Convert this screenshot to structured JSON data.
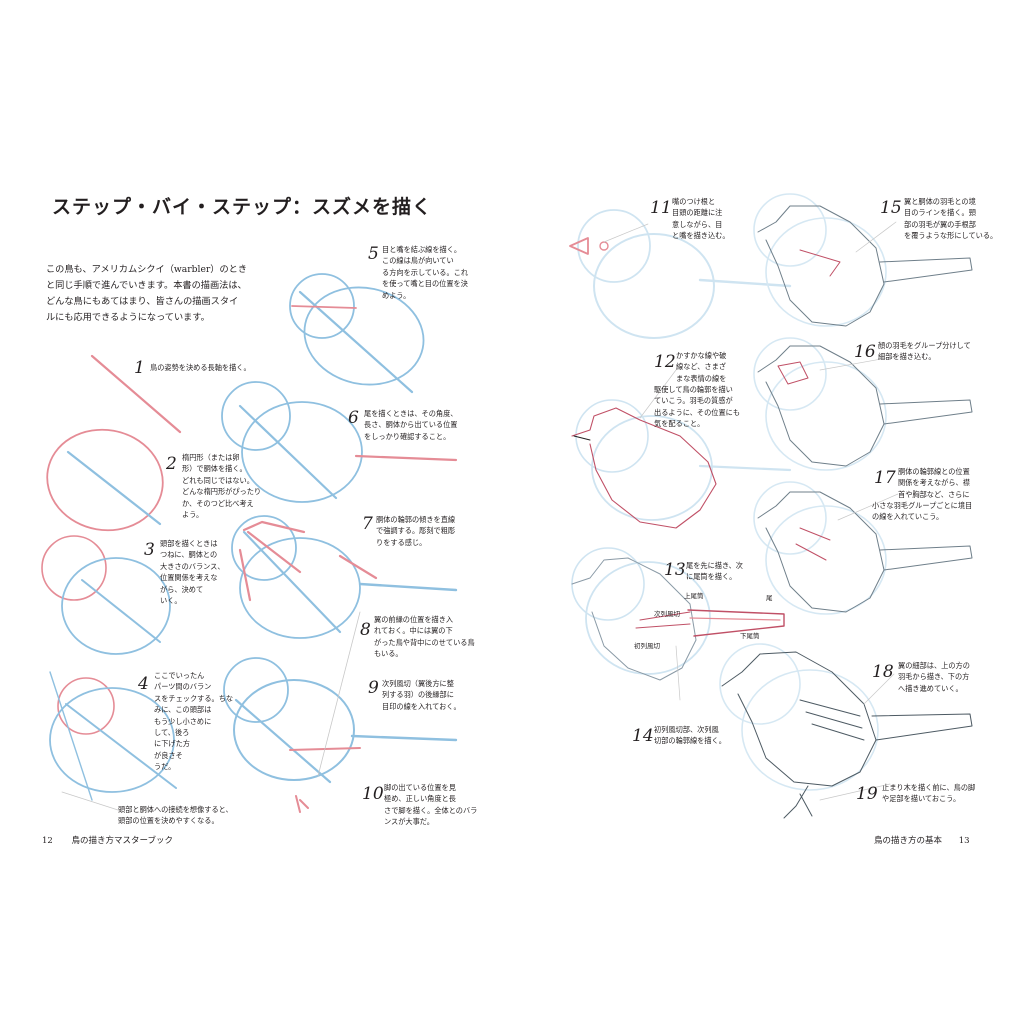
{
  "title": "ステップ・バイ・ステップ：スズメを描く",
  "intro": [
    "この鳥も、アメリカムシクイ（warbler）のとき",
    "と同じ手順で進んでいきます。本書の描画法は、",
    "どんな鳥にもあてはまり、皆さんの描画スタイ",
    "ルにも応用できるようになっています。"
  ],
  "steps": [
    {
      "n": "1",
      "lines": [
        "鳥の姿勢を決める長軸を描く。"
      ]
    },
    {
      "n": "2",
      "lines": [
        "楕円形（または卵",
        "形）で胴体を描く。",
        "どれも同じではない。",
        "どんな楕円形がぴったり",
        "か、そのつど比べ考え",
        "よう。"
      ]
    },
    {
      "n": "3",
      "lines": [
        "頭部を描くときは",
        "つねに、胴体との",
        "大きさのバランス、",
        "位置関係を考えな",
        "がら、決めて",
        "いく。"
      ]
    },
    {
      "n": "4",
      "lines": [
        "ここでいったん",
        "パーツ間のバラン",
        "スをチェックする。ちな",
        "みに、この頭部は",
        "もう少し小さめに",
        "して、後ろ",
        "に下げた方",
        "が良さそ",
        "うだ。"
      ]
    },
    {
      "n": "5",
      "lines": [
        "目と嘴を結ぶ線を描く。",
        "この線は鳥が向いてい",
        "る方向を示している。これ",
        "を使って嘴と目の位置を決",
        "めよう。"
      ]
    },
    {
      "n": "6",
      "lines": [
        "尾を描くときは、その角度、",
        "長さ、胴体から出ている位置",
        "をしっかり確認すること。"
      ]
    },
    {
      "n": "7",
      "lines": [
        "胴体の輪郭の傾きを直線",
        "で強調する。彫刻で粗彫",
        "りをする感じ。"
      ]
    },
    {
      "n": "8",
      "lines": [
        "翼の前縁の位置を描き入",
        "れておく。中には翼の下",
        "がった鳥や背中にのせている鳥",
        "もいる。"
      ]
    },
    {
      "n": "9",
      "lines": [
        "次列風切（翼後方に整",
        "列する羽）の後縁部に",
        "目印の線を入れておく。"
      ]
    },
    {
      "n": "10",
      "lines": [
        "脚の出ている位置を見",
        "極め、正しい角度と長",
        "さで脚を描く。全体とのバラ",
        "ンスが大事だ。"
      ]
    },
    {
      "n": "11",
      "lines": [
        "嘴のつけ根と",
        "目頭の距離に注",
        "意しながら、目",
        "と嘴を描き込む。"
      ]
    },
    {
      "n": "12",
      "lines": [
        "かすかな線や破",
        "線など、さまざ",
        "まな表情の線を",
        "駆使して鳥の輪郭を描い",
        "ていこう。羽毛の質感が",
        "出るように、その位置にも",
        "気を配ること。"
      ]
    },
    {
      "n": "13",
      "lines": [
        "尾を先に描き、次",
        "に尾筒を描く。"
      ]
    },
    {
      "n": "14",
      "lines": [
        "初列風切部、次列風",
        "切部の輪郭線を描く。"
      ]
    },
    {
      "n": "15",
      "lines": [
        "翼と胴体の羽毛との境",
        "目のラインを描く。頸",
        "部の羽毛が翼の手根部",
        "を覆うような形にしている。"
      ]
    },
    {
      "n": "16",
      "lines": [
        "顔の羽毛をグループ分けして",
        "細部を描き込む。"
      ]
    },
    {
      "n": "17",
      "lines": [
        "胴体の輪郭線との位置",
        "関係を考えながら、襟",
        "首や胸部など、さらに",
        "小さな羽毛グループごとに境目",
        "の線を入れていこう。"
      ]
    },
    {
      "n": "18",
      "lines": [
        "翼の細部は、上の方の",
        "羽毛から描き、下の方",
        "へ描き進めていく。"
      ]
    },
    {
      "n": "19",
      "lines": [
        "止まり木を描く前に、鳥の脚",
        "や足部を描いておこう。"
      ]
    }
  ],
  "foot_note": [
    "頭部と胴体への接続を想像すると、",
    "頭部の位置を決めやすくなる。"
  ],
  "labels": {
    "upper_tail_coverts": "上尾筒",
    "tail": "尾",
    "secondaries": "次列風切",
    "primaries": "初列風切",
    "lower_tail_coverts": "下尾筒"
  },
  "footer": {
    "left_page": "12",
    "left_text": "鳥の描き方マスターブック",
    "right_text": "鳥の描き方の基本",
    "right_page": "13"
  },
  "colors": {
    "blue": "#8fc0e0",
    "red": "#e58c96",
    "ink": "#231f20",
    "gray": "#9aa6ae"
  }
}
